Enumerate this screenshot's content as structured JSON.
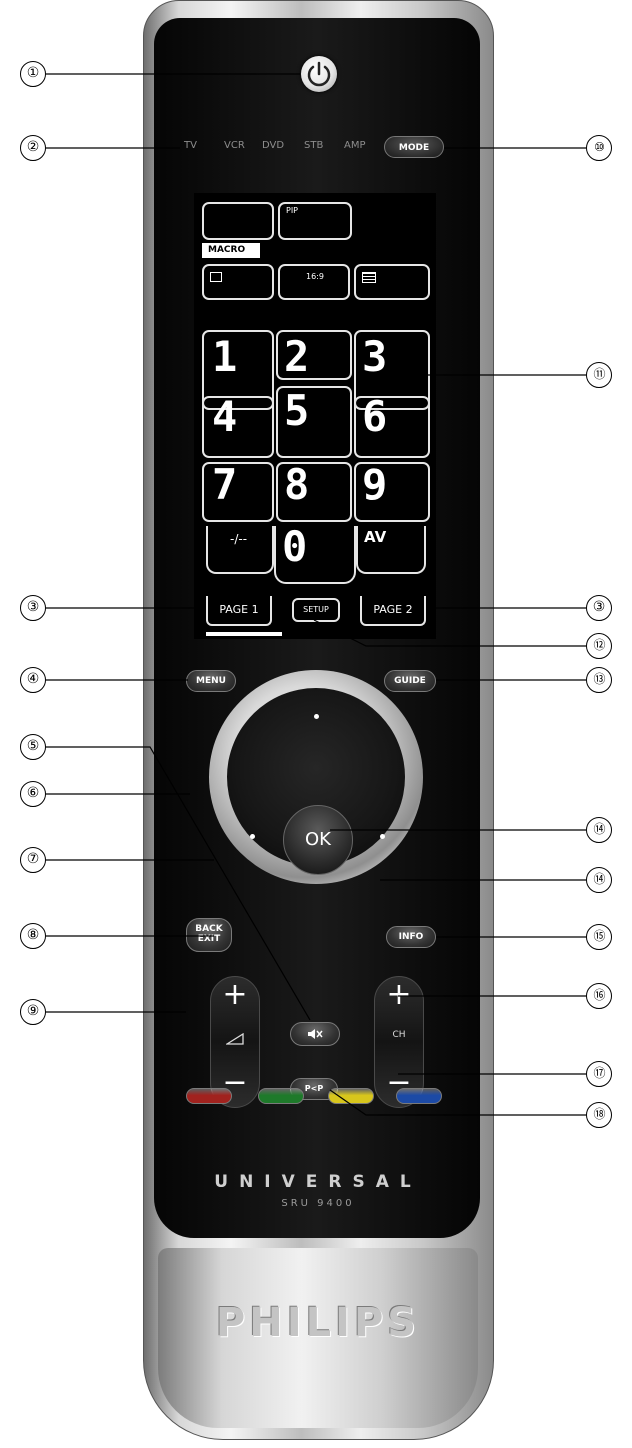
{
  "remote": {
    "brand": "PHILIPS",
    "series": "UNIVERSAL",
    "model": "SRU 9400",
    "devices": [
      "TV",
      "VCR",
      "DVD",
      "STB",
      "AMP"
    ],
    "mode_label": "MODE",
    "screen": {
      "keys_top": [
        "",
        "PIP"
      ],
      "macro_label": "MACRO",
      "ratio_label": "16:9",
      "digits": [
        "1",
        "2",
        "3",
        "4",
        "5",
        "6",
        "7",
        "8",
        "9"
      ],
      "dash_label": "-/--",
      "zero_label": "0",
      "av_label": "AV",
      "page1_label": "PAGE 1",
      "setup_label": "SETUP",
      "page2_label": "PAGE 2"
    },
    "menu_label": "MENU",
    "guide_label": "GUIDE",
    "ok_label": "OK",
    "back_label_1": "BACK",
    "back_label_2": "EXIT",
    "info_label": "INFO",
    "vol_plus": "+",
    "vol_minus": "−",
    "mute_icon_text": "🔇",
    "ch_plus": "+",
    "ch_label": "CH",
    "ch_minus": "−",
    "pp_label": "P<P",
    "color_keys": [
      "#a1221e",
      "#1e7a2a",
      "#d8c61c",
      "#1c4aa6"
    ]
  },
  "callouts": [
    "①",
    "②",
    "③",
    "④",
    "⑤",
    "⑥",
    "⑦",
    "⑧",
    "⑨",
    "⑩",
    "⑪",
    "③",
    "⑫",
    "⑬",
    "⑭",
    "⑭",
    "⑮",
    "⑯",
    "⑰",
    "⑱"
  ]
}
